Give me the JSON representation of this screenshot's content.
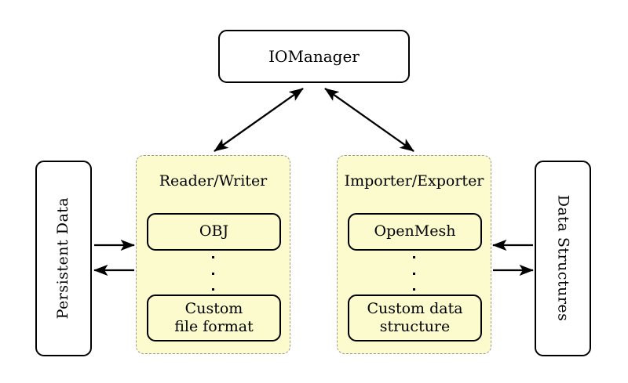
{
  "diagram": {
    "title_node": {
      "label": "IOManager"
    },
    "left_source": {
      "label": "Persistent Data"
    },
    "right_source": {
      "label": "Data Structures"
    },
    "panels": [
      {
        "id": "reader-writer",
        "title": "Reader/Writer",
        "top_item": "OBJ",
        "ellipsis": "⋮",
        "bottom_item_line1": "Custom",
        "bottom_item_line2": "file format"
      },
      {
        "id": "importer-exporter",
        "title": "Importer/Exporter",
        "top_item": "OpenMesh",
        "ellipsis": "⋮",
        "bottom_item_line1": "Custom data",
        "bottom_item_line2": "structure"
      }
    ],
    "connectors": [
      {
        "name": "iomanager-to-reader-writer",
        "kind": "bidirectional-diagonal"
      },
      {
        "name": "iomanager-to-importer-exporter",
        "kind": "bidirectional-diagonal"
      },
      {
        "name": "persistent-data-to-reader-writer",
        "kind": "arrow-right"
      },
      {
        "name": "reader-writer-to-persistent-data",
        "kind": "arrow-left"
      },
      {
        "name": "data-structures-to-importer-exporter",
        "kind": "arrow-left"
      },
      {
        "name": "importer-exporter-to-data-structures",
        "kind": "arrow-right"
      }
    ],
    "colors": {
      "panel_fill": "#fbfbcd",
      "panel_border": "#9a9a9a",
      "node_border": "#000000",
      "background": "#ffffff"
    }
  }
}
